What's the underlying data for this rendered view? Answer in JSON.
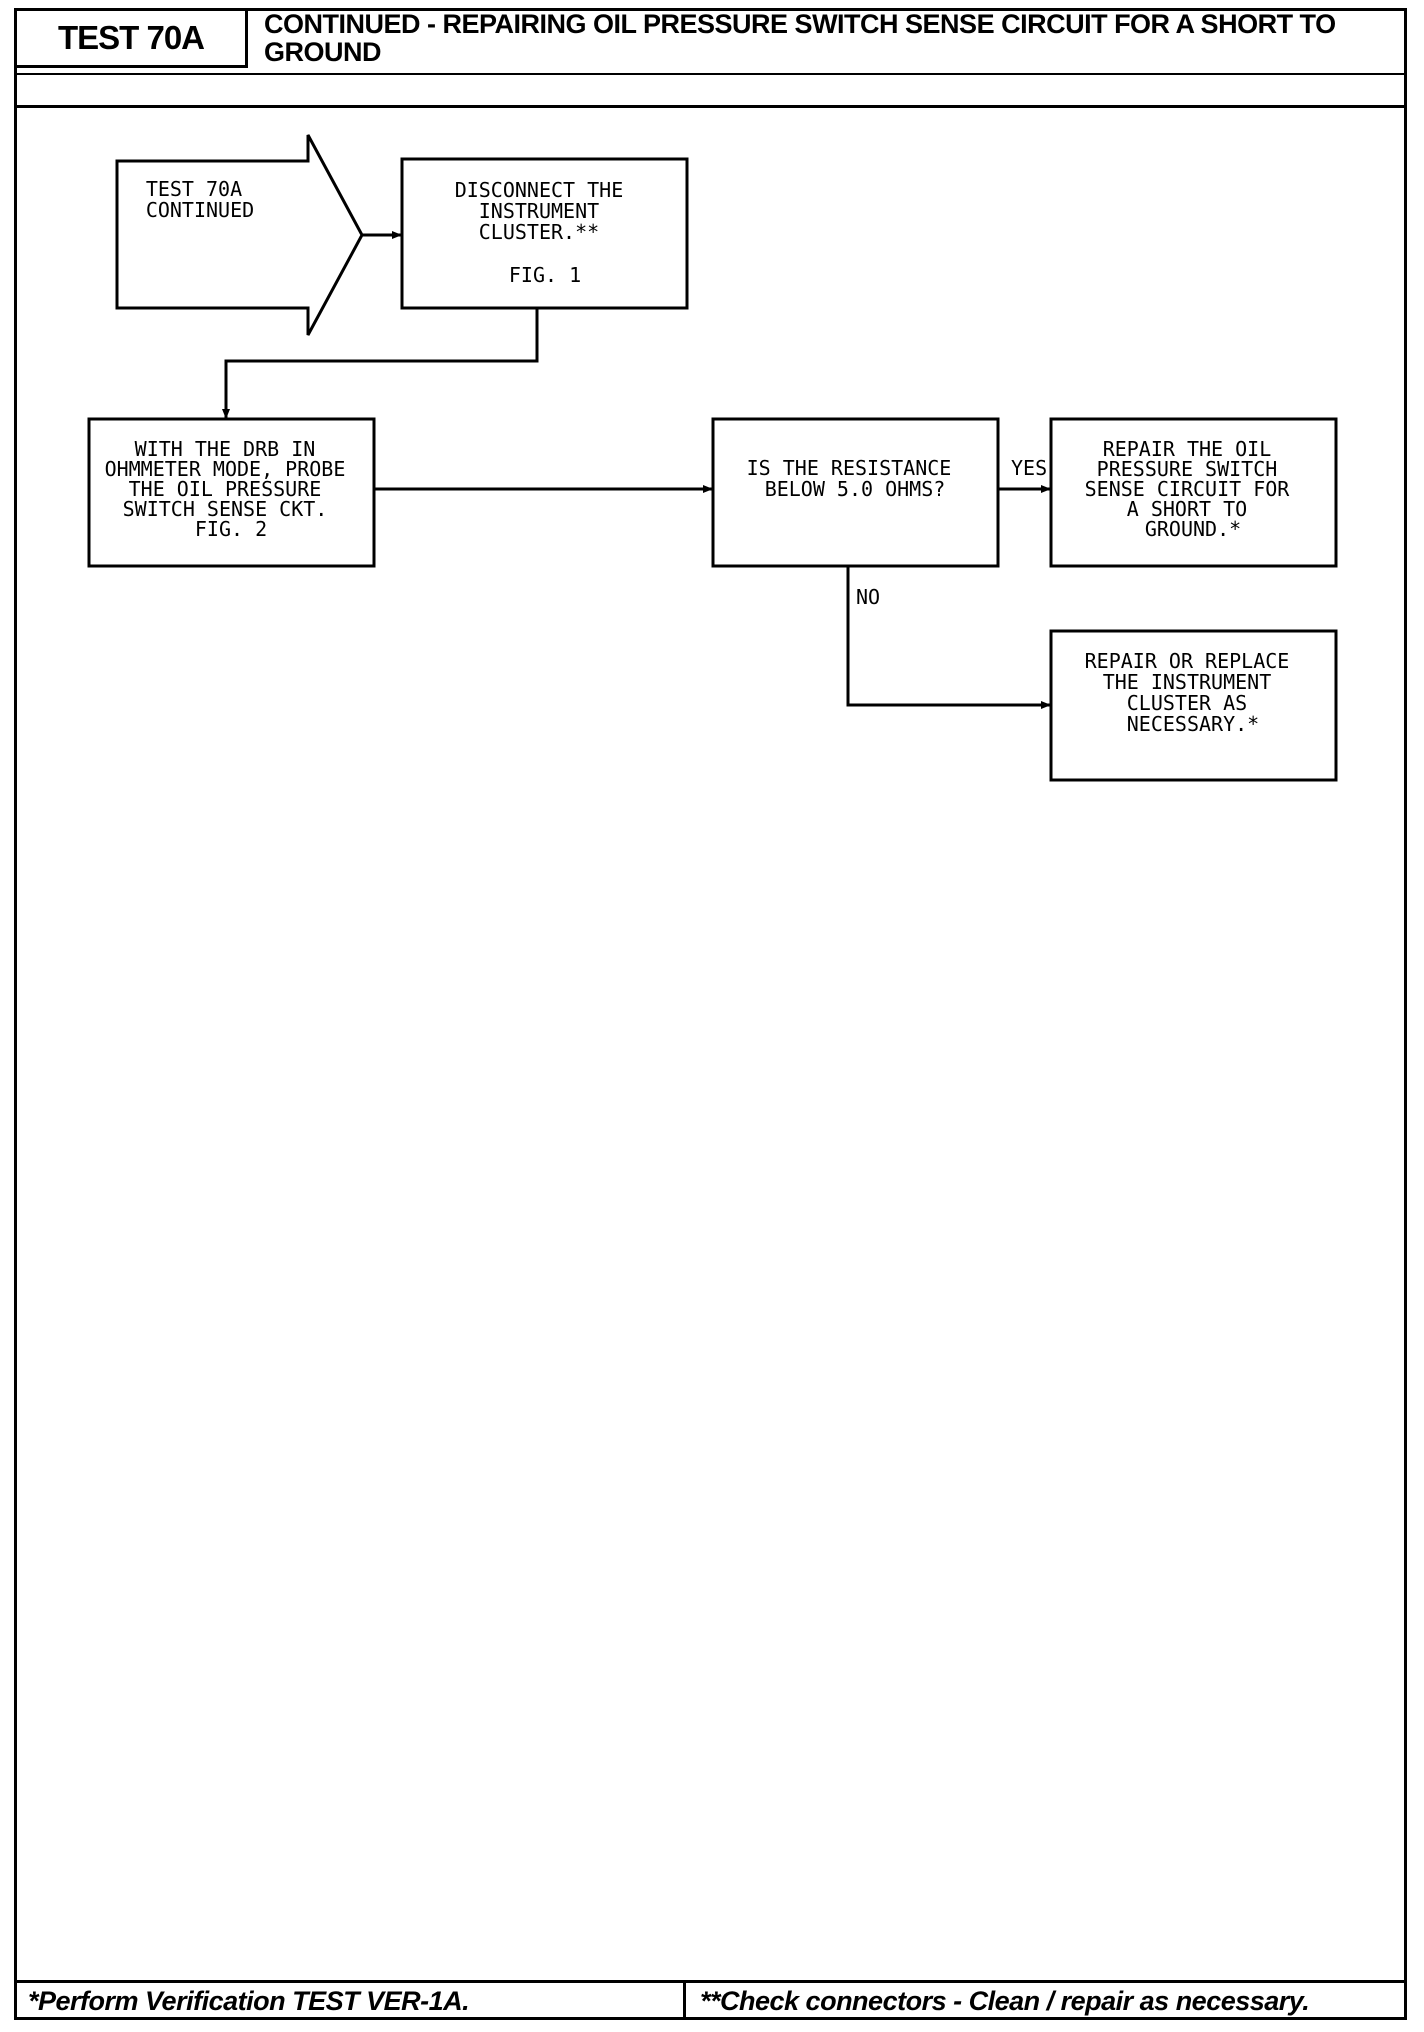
{
  "header": {
    "test_label": "TEST 70A",
    "title": "CONTINUED - REPAIRING OIL PRESSURE SWITCH SENSE CIRCUIT FOR A SHORT TO GROUND"
  },
  "nodes": [
    {
      "id": "start",
      "shape": "arrow",
      "lines": [
        "TEST 70A",
        "CONTINUED"
      ]
    },
    {
      "id": "disconnect",
      "shape": "box",
      "lines": [
        "DISCONNECT THE",
        "INSTRUMENT",
        "CLUSTER.**",
        "",
        "FIG. 1"
      ]
    },
    {
      "id": "probe",
      "shape": "box",
      "lines": [
        "WITH THE DRB IN",
        "OHMMETER MODE, PROBE",
        "THE OIL PRESSURE",
        "SWITCH SENSE CKT.",
        "FIG. 2"
      ]
    },
    {
      "id": "question",
      "shape": "box",
      "lines": [
        "IS THE RESISTANCE",
        "BELOW 5.0 OHMS?"
      ]
    },
    {
      "id": "repair-circuit",
      "shape": "box",
      "lines": [
        "REPAIR THE OIL",
        "PRESSURE SWITCH",
        "SENSE CIRCUIT FOR",
        "A SHORT TO",
        "GROUND.*"
      ]
    },
    {
      "id": "repair-cluster",
      "shape": "box",
      "lines": [
        "REPAIR OR REPLACE",
        "THE INSTRUMENT",
        "CLUSTER AS",
        "NECESSARY.*"
      ]
    }
  ],
  "edges": [
    {
      "from": "start",
      "to": "disconnect",
      "label": ""
    },
    {
      "from": "disconnect",
      "to": "probe",
      "label": ""
    },
    {
      "from": "probe",
      "to": "question",
      "label": ""
    },
    {
      "from": "question",
      "to": "repair-circuit",
      "label": "YES"
    },
    {
      "from": "question",
      "to": "repair-cluster",
      "label": "NO"
    }
  ],
  "footer": {
    "left": "*Perform Verification TEST VER-1A.",
    "right": "**Check connectors - Clean / repair as necessary."
  }
}
